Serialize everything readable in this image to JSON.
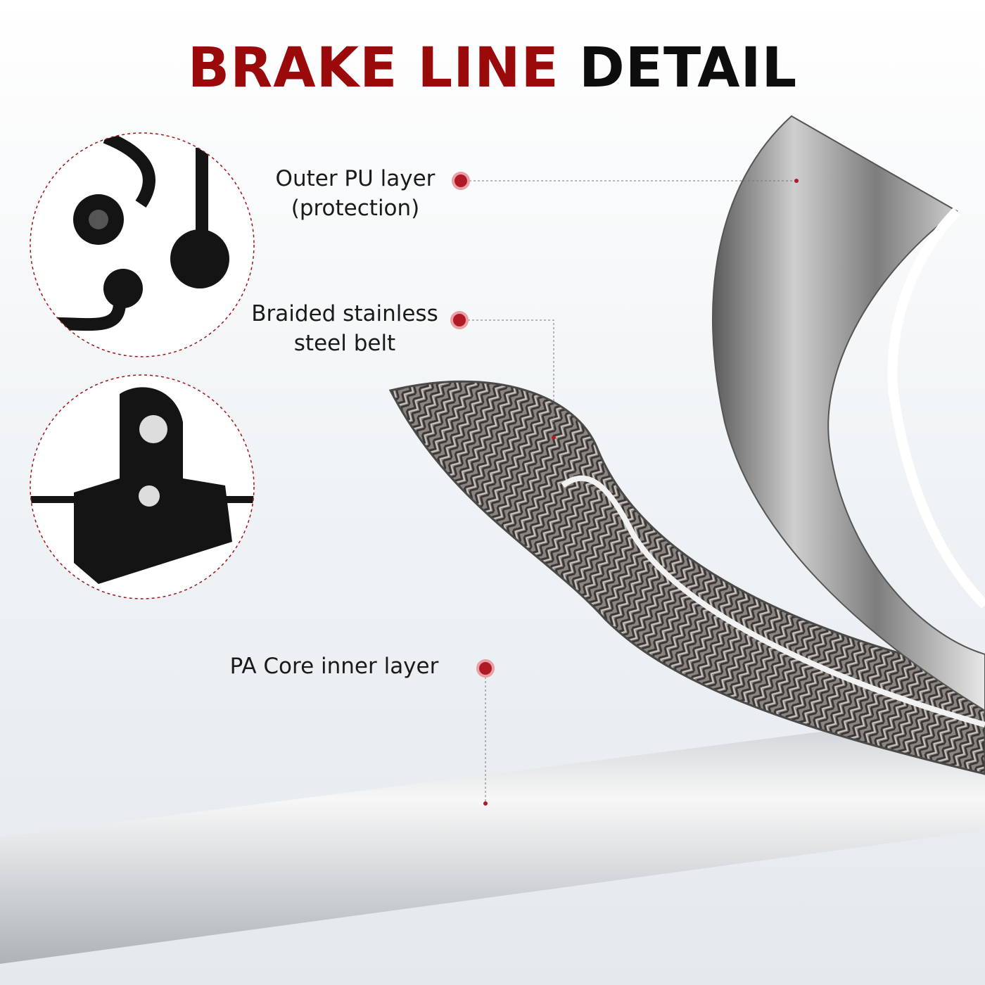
{
  "title": {
    "part1": "BRAKE LINE",
    "part2": "DETAIL"
  },
  "callouts": [
    {
      "line1": "Outer PU layer",
      "line2": "(protection)"
    },
    {
      "line1": "Braided stainless",
      "line2": "steel belt"
    },
    {
      "line1": "PA Core inner layer"
    }
  ],
  "colors": {
    "accent": "#9b0a0a",
    "dot": "#b01a24"
  }
}
